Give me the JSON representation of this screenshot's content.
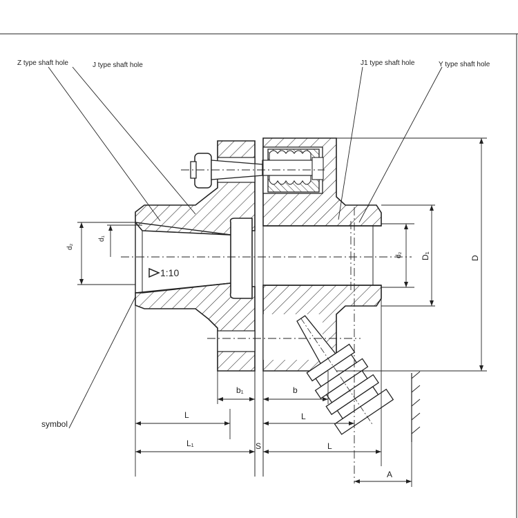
{
  "callouts": {
    "z_type": "Z type shaft hole",
    "j_type": "J type shaft hole",
    "j1_type": "J1 type shaft hole",
    "y_type": "Y type shaft hole",
    "symbol": "symbol"
  },
  "taper": "1:10",
  "dims": {
    "d2_left": "d₂",
    "d1_left": "d₁",
    "d2_right": "d₂",
    "D1": "D₁",
    "D": "D",
    "b1": "b₁",
    "b": "b",
    "L_left": "L",
    "L_right": "L",
    "L1": "L₁",
    "S": "S",
    "L_lower": "L",
    "A": "A"
  }
}
